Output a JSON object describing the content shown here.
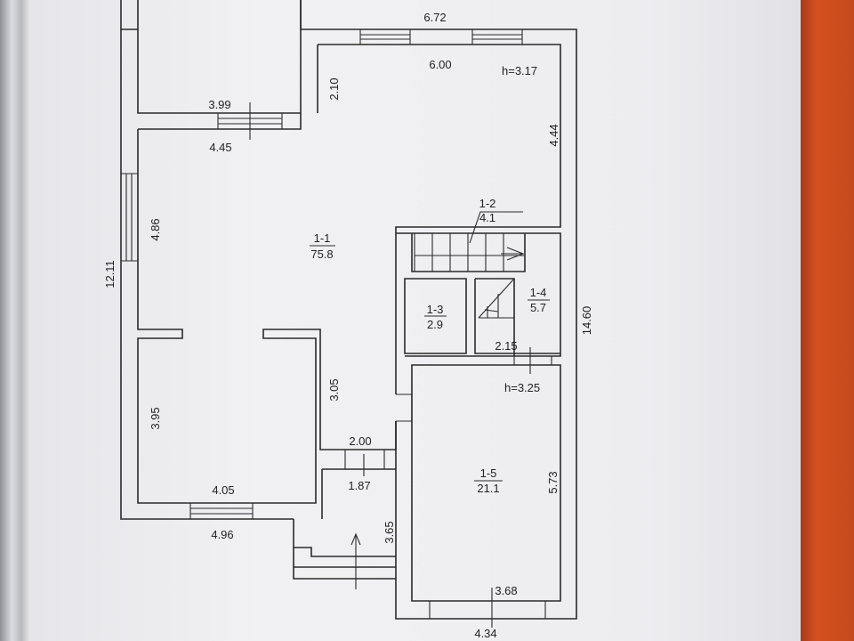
{
  "rooms": [
    {
      "id": "1-1",
      "area": "75.8"
    },
    {
      "id": "1-2",
      "area": "4.1"
    },
    {
      "id": "1-3",
      "area": "2.9"
    },
    {
      "id": "1-4",
      "area": "5.7"
    },
    {
      "id": "1-5",
      "area": "21.1"
    }
  ],
  "dimensions": {
    "top_outer": "6.72",
    "top_inner": "6.00",
    "ceiling_1": "h=3.17",
    "left_block": "2.10",
    "window_top_left": "3.99",
    "room_width_top": "4.45",
    "right_upper": "4.44",
    "left_upper": "4.86",
    "left_overall": "12.11",
    "right_overall": "14.60",
    "left_lower": "3.95",
    "corridor_height": "3.05",
    "corridor_width": "2.00",
    "porch_width": "1.87",
    "lower_left_inner": "4.05",
    "lower_left_outer": "4.96",
    "porch_depth": "3.65",
    "hall_width": "2.15",
    "ceiling_2": "h=3.25",
    "room15_height": "5.73",
    "room15_width": "3.68",
    "bottom_outer": "4.34"
  }
}
